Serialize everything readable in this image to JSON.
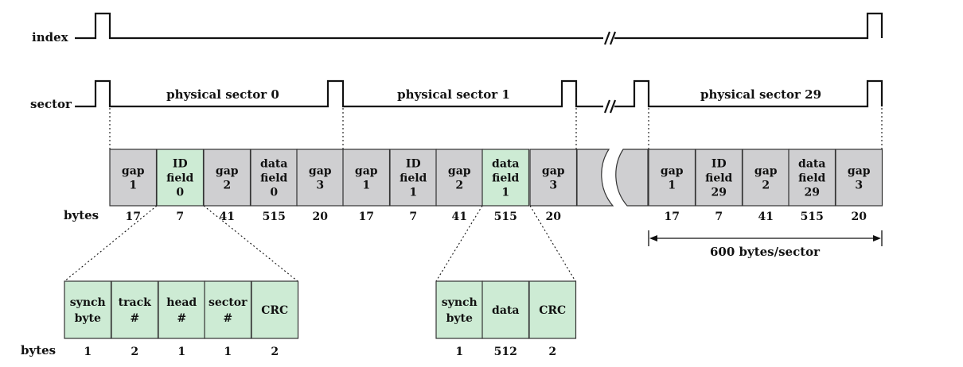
{
  "colors": {
    "gap": "#cfcfd1",
    "field": "#cdebd4",
    "stroke": "#333333",
    "ink": "#111111"
  },
  "signals": {
    "index_label": "index",
    "sector_label": "sector",
    "sector_names": [
      "physical sector 0",
      "physical sector 1",
      "physical sector 29"
    ]
  },
  "track": {
    "bytes_label": "bytes",
    "cells": [
      {
        "lines": [
          "gap",
          "1"
        ],
        "kind": "gap",
        "bytes": "17"
      },
      {
        "lines": [
          "ID",
          "field",
          "0"
        ],
        "kind": "field",
        "bytes": "7"
      },
      {
        "lines": [
          "gap",
          "2"
        ],
        "kind": "gap",
        "bytes": "41"
      },
      {
        "lines": [
          "data",
          "field",
          "0"
        ],
        "kind": "gap",
        "bytes": "515"
      },
      {
        "lines": [
          "gap",
          "3"
        ],
        "kind": "gap",
        "bytes": "20"
      },
      {
        "lines": [
          "gap",
          "1"
        ],
        "kind": "gap",
        "bytes": "17"
      },
      {
        "lines": [
          "ID",
          "field",
          "1"
        ],
        "kind": "gap",
        "bytes": "7"
      },
      {
        "lines": [
          "gap",
          "2"
        ],
        "kind": "gap",
        "bytes": "41"
      },
      {
        "lines": [
          "data",
          "field",
          "1"
        ],
        "kind": "field",
        "bytes": "515"
      },
      {
        "lines": [
          "gap",
          "3"
        ],
        "kind": "gap",
        "bytes": "20"
      },
      {
        "lines": [
          "gap",
          "1"
        ],
        "kind": "gap",
        "bytes": "17"
      },
      {
        "lines": [
          "ID",
          "field",
          "29"
        ],
        "kind": "gap",
        "bytes": "7"
      },
      {
        "lines": [
          "gap",
          "2"
        ],
        "kind": "gap",
        "bytes": "41"
      },
      {
        "lines": [
          "data",
          "field",
          "29"
        ],
        "kind": "gap",
        "bytes": "515"
      },
      {
        "lines": [
          "gap",
          "3"
        ],
        "kind": "gap",
        "bytes": "20"
      }
    ],
    "sector_size_label": "600 bytes/sector"
  },
  "id_field_detail": {
    "bytes_label": "bytes",
    "cells": [
      {
        "lines": [
          "synch",
          "byte"
        ],
        "bytes": "1"
      },
      {
        "lines": [
          "track",
          "#"
        ],
        "bytes": "2"
      },
      {
        "lines": [
          "head",
          "#"
        ],
        "bytes": "1"
      },
      {
        "lines": [
          "sector",
          "#"
        ],
        "bytes": "1"
      },
      {
        "lines": [
          "CRC"
        ],
        "bytes": "2"
      }
    ]
  },
  "data_field_detail": {
    "cells": [
      {
        "lines": [
          "synch",
          "byte"
        ],
        "bytes": "1"
      },
      {
        "lines": [
          "data"
        ],
        "bytes": "512"
      },
      {
        "lines": [
          "CRC"
        ],
        "bytes": "2"
      }
    ]
  }
}
